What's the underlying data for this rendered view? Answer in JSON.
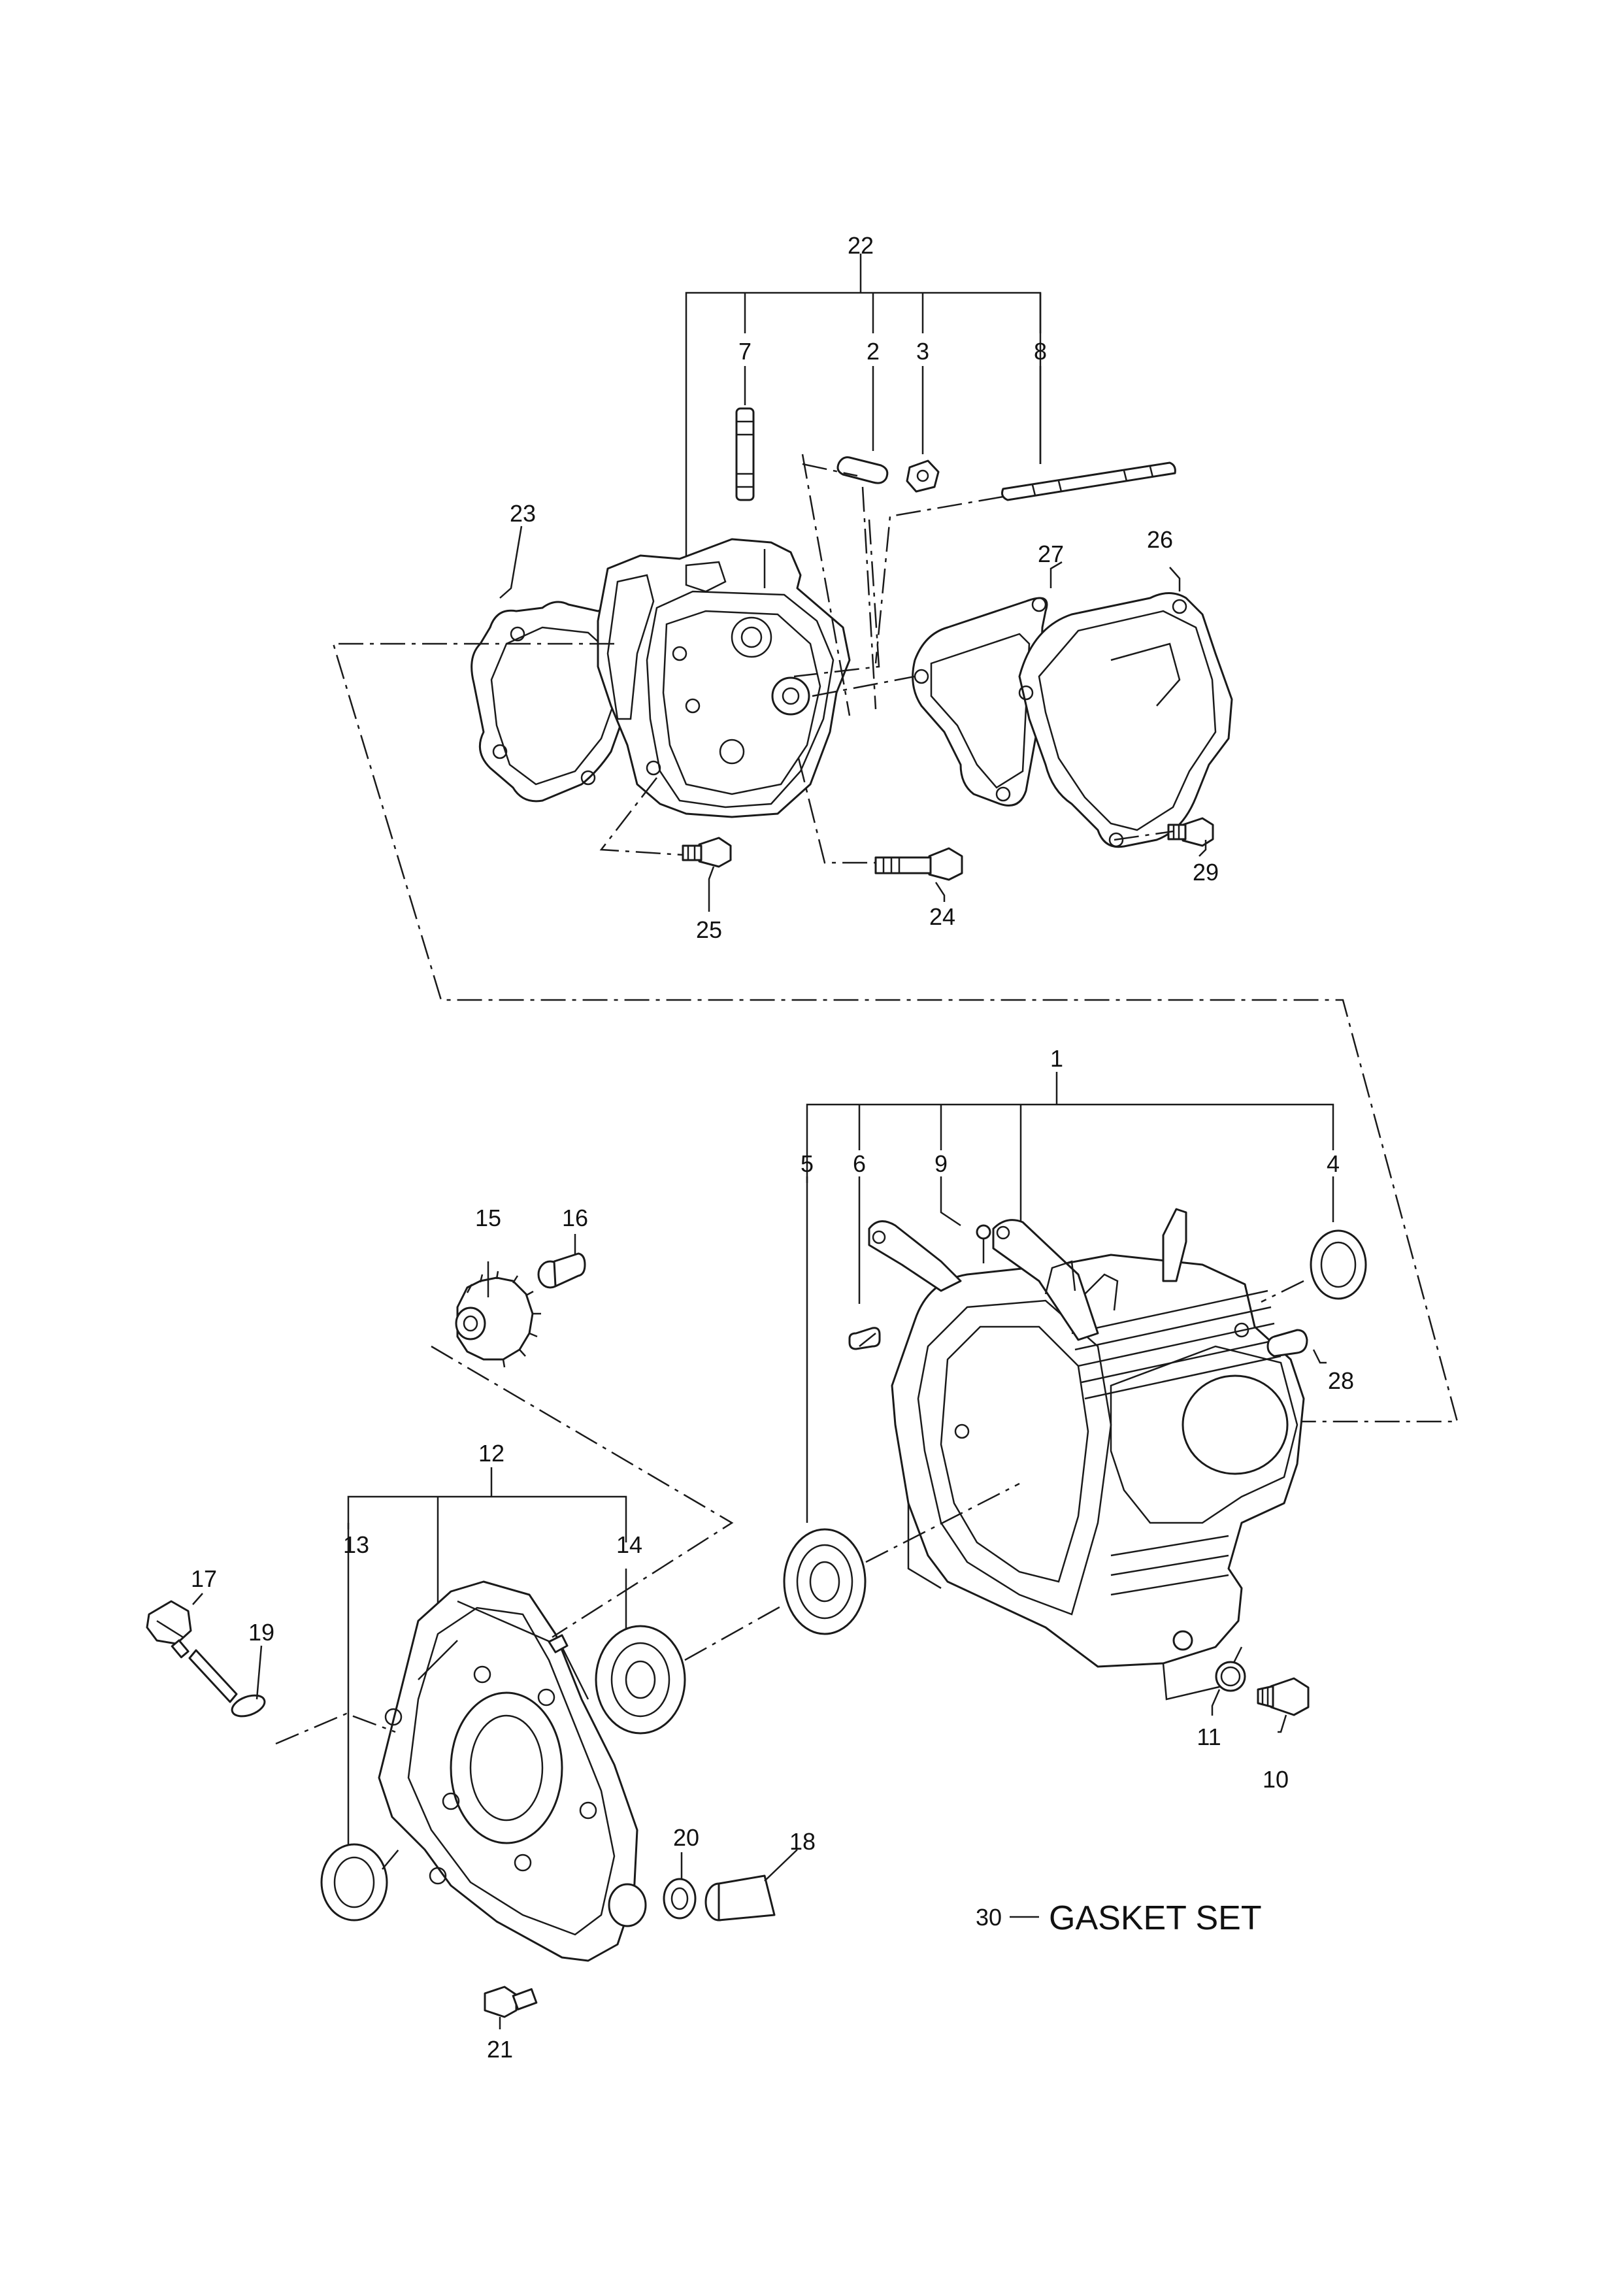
{
  "labels": {
    "n1": "1",
    "n2": "2",
    "n3": "3",
    "n4": "4",
    "n5": "5",
    "n6": "6",
    "n7": "7",
    "n8": "8",
    "n9": "9",
    "n10": "10",
    "n11": "11",
    "n12": "12",
    "n13": "13",
    "n14": "14",
    "n15": "15",
    "n16": "16",
    "n17": "17",
    "n18": "18",
    "n19": "19",
    "n20": "20",
    "n21": "21",
    "n22": "22",
    "n23": "23",
    "n24": "24",
    "n25": "25",
    "n26": "26",
    "n27": "27",
    "n28": "28",
    "n29": "29",
    "n30": "30"
  },
  "legend": {
    "number": "30",
    "text": "GASKET SET"
  }
}
